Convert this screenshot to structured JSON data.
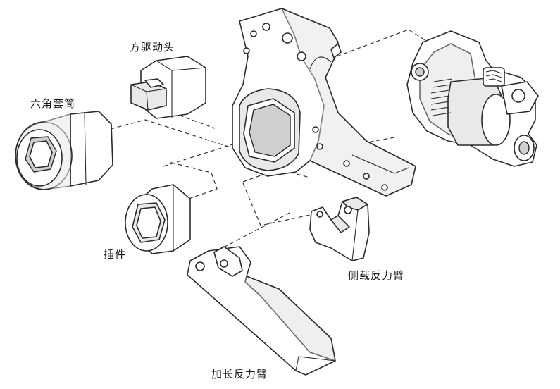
{
  "labels": {
    "square_drive": "方驱动头",
    "hex_socket": "六角套筒",
    "insert": "插件",
    "side_reaction_arm": "侧载反力臂",
    "extended_reaction_arm": "加长反力臂"
  },
  "colors": {
    "line": "#2a2a2a",
    "fill_light": "#e9e9e9",
    "fill_mid": "#cfcfcf",
    "background": "#ffffff"
  }
}
